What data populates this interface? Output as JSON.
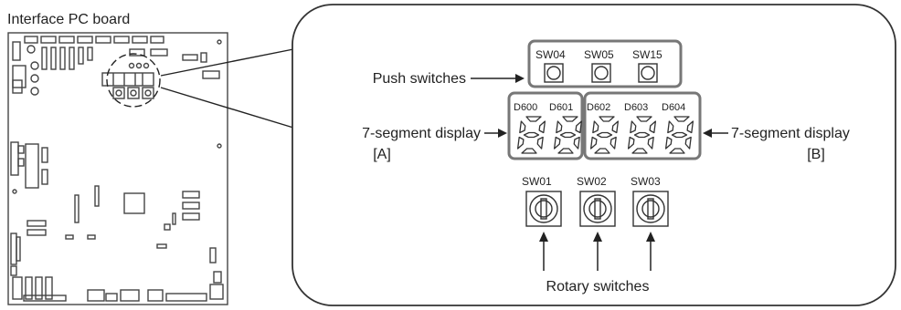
{
  "board_title": "Interface PC board",
  "push_switches": {
    "label": "Push switches",
    "items": [
      "SW04",
      "SW05",
      "SW15"
    ]
  },
  "displays": {
    "a": {
      "label_line1": "7-segment display",
      "label_line2": "[A]",
      "digits": [
        "D600",
        "D601"
      ]
    },
    "b": {
      "label_line1": "7-segment display",
      "label_line2": "[B]",
      "digits": [
        "D602",
        "D603",
        "D604"
      ]
    }
  },
  "rotary_switches": {
    "label": "Rotary switches",
    "items": [
      "SW01",
      "SW02",
      "SW03"
    ]
  }
}
